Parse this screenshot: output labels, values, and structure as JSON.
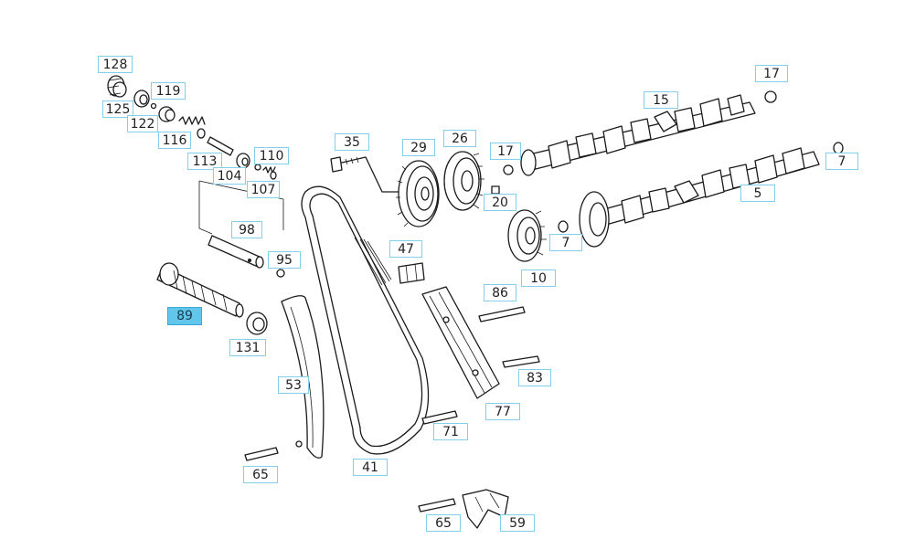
{
  "diagram": {
    "selected_color": "#62c5ea",
    "box_color": "#7fd0e8",
    "callouts": [
      {
        "id": "c128a",
        "label": "128",
        "selected": false
      },
      {
        "id": "c125",
        "label": "125",
        "selected": false
      },
      {
        "id": "c119",
        "label": "119",
        "selected": false
      },
      {
        "id": "c122",
        "label": "122",
        "selected": false
      },
      {
        "id": "c116",
        "label": "116",
        "selected": false
      },
      {
        "id": "c113",
        "label": "113",
        "selected": false
      },
      {
        "id": "c104",
        "label": "104",
        "selected": false
      },
      {
        "id": "c110",
        "label": "110",
        "selected": false
      },
      {
        "id": "c107",
        "label": "107",
        "selected": false
      },
      {
        "id": "c98",
        "label": "98",
        "selected": false
      },
      {
        "id": "c95",
        "label": "95",
        "selected": false
      },
      {
        "id": "c89",
        "label": "89",
        "selected": true
      },
      {
        "id": "c131",
        "label": "131",
        "selected": false
      },
      {
        "id": "c53",
        "label": "53",
        "selected": false
      },
      {
        "id": "c65a",
        "label": "65",
        "selected": false
      },
      {
        "id": "c35",
        "label": "35",
        "selected": false
      },
      {
        "id": "c29",
        "label": "29",
        "selected": false
      },
      {
        "id": "c26",
        "label": "26",
        "selected": false
      },
      {
        "id": "c17a",
        "label": "17",
        "selected": false
      },
      {
        "id": "c20",
        "label": "20",
        "selected": false
      },
      {
        "id": "c15",
        "label": "15",
        "selected": false
      },
      {
        "id": "c17b",
        "label": "17",
        "selected": false
      },
      {
        "id": "c7a",
        "label": "7",
        "selected": false
      },
      {
        "id": "c7b",
        "label": "7",
        "selected": false
      },
      {
        "id": "c5",
        "label": "5",
        "selected": false
      },
      {
        "id": "c10",
        "label": "10",
        "selected": false
      },
      {
        "id": "c47",
        "label": "47",
        "selected": false
      },
      {
        "id": "c86",
        "label": "86",
        "selected": false
      },
      {
        "id": "c83",
        "label": "83",
        "selected": false
      },
      {
        "id": "c77",
        "label": "77",
        "selected": false
      },
      {
        "id": "c71",
        "label": "71",
        "selected": false
      },
      {
        "id": "c41",
        "label": "41",
        "selected": false
      },
      {
        "id": "c65b",
        "label": "65",
        "selected": false
      },
      {
        "id": "c59",
        "label": "59",
        "selected": false
      }
    ]
  }
}
